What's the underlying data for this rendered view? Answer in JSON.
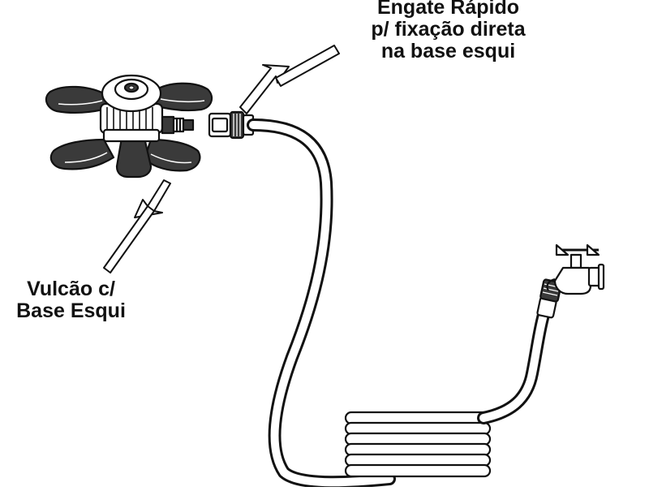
{
  "labels": {
    "quick_connector": {
      "lines": [
        "Engate Rápido",
        "p/ fixação direta",
        "na base esqui"
      ]
    },
    "sprinkler": {
      "lines": [
        "Vulcão c/",
        "Base Esqui"
      ]
    }
  },
  "colors": {
    "ink": "#111111",
    "fill_dark": "#3a3a3a",
    "fill_light": "#ffffff"
  }
}
